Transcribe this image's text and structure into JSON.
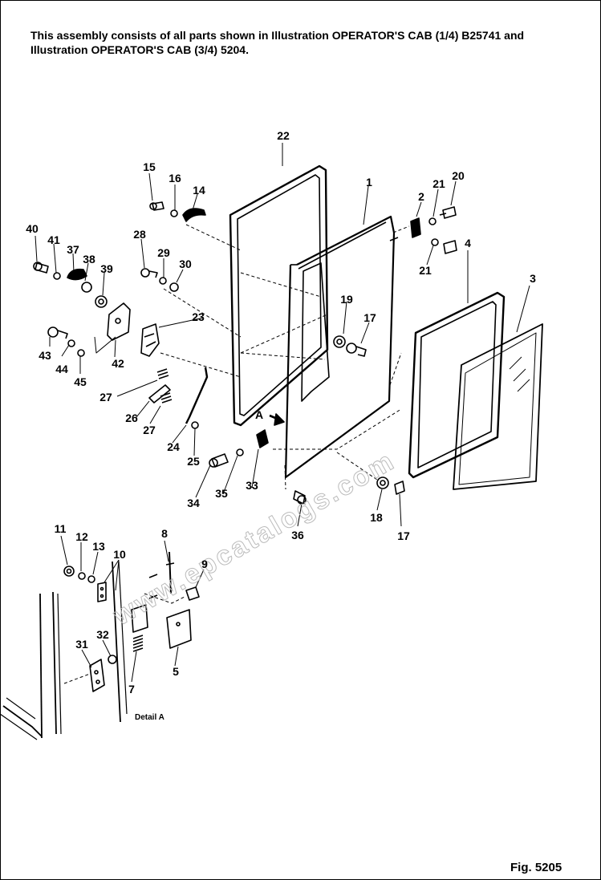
{
  "header": {
    "note": "This assembly consists of all parts shown in Illustration OPERATOR'S CAB (1/4) B25741 and Illustration OPERATOR'S CAB (3/4) 5204."
  },
  "figure": {
    "label": "Fig. 5205",
    "detail_label": "Detail A",
    "view_marker": "A",
    "watermark": "www.epcatalogs.com"
  },
  "callouts": {
    "c1": "1",
    "c2": "2",
    "c3": "3",
    "c4": "4",
    "c5": "5",
    "c7": "7",
    "c8": "8",
    "c9": "9",
    "c10": "10",
    "c11": "11",
    "c12": "12",
    "c13": "13",
    "c14": "14",
    "c15": "15",
    "c16": "16",
    "c17a": "17",
    "c17b": "17",
    "c18": "18",
    "c19": "19",
    "c20": "20",
    "c21a": "21",
    "c21b": "21",
    "c22": "22",
    "c23": "23",
    "c24": "24",
    "c25": "25",
    "c26": "26",
    "c27a": "27",
    "c27b": "27",
    "c28": "28",
    "c29": "29",
    "c30": "30",
    "c31": "31",
    "c32": "32",
    "c33": "33",
    "c34": "34",
    "c35": "35",
    "c36": "36",
    "c37": "37",
    "c38": "38",
    "c39": "39",
    "c40": "40",
    "c41": "41",
    "c42": "42",
    "c43": "43",
    "c44": "44",
    "c45": "45"
  }
}
